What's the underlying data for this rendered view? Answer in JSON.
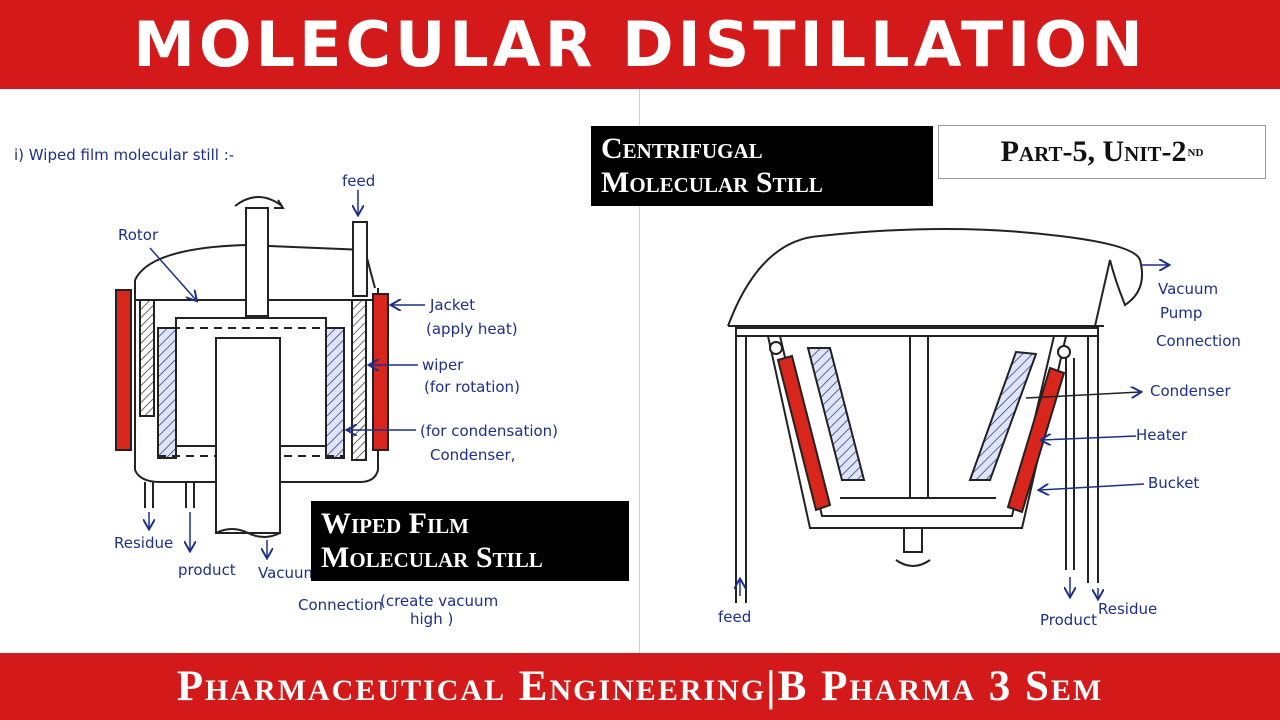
{
  "header": {
    "title": "MOLECULAR DISTILLATION"
  },
  "footer": {
    "title": "Pharmaceutical Engineering|B Pharma 3 Sem"
  },
  "part_label": {
    "text": "Part-5, Unit-2",
    "superscript": "nd"
  },
  "left": {
    "heading": "i)  Wiped film molecular still :-",
    "caption_line1": "Wiped Film",
    "caption_line2": "Molecular Still",
    "labels": {
      "feed": "feed",
      "rotor": "Rotor",
      "jacket": "Jacket",
      "jacket_note": "(apply heat)",
      "wiper": "wiper",
      "wiper_note": "(for rotation)",
      "condenser_note": "(for condensation)",
      "condenser": "Condenser,",
      "residue": "Residue",
      "product": "product",
      "vacuum": "Vacuum",
      "connection": "Connection",
      "connection_note1": "(create vacuum",
      "connection_note2": "high )"
    }
  },
  "right": {
    "caption_line1": "Centrifugal",
    "caption_line2": "Molecular Still",
    "labels": {
      "vacuum": "Vacuum",
      "pump": "Pump",
      "connection": "Connection",
      "condenser": "Condenser",
      "heater": "Heater",
      "bucket": "Bucket",
      "feed": "feed",
      "product": "Product",
      "residue": "Residue"
    }
  },
  "colors": {
    "banner": "#d4191a",
    "heater": "#d8261c",
    "ink": "#1d2f8a"
  }
}
